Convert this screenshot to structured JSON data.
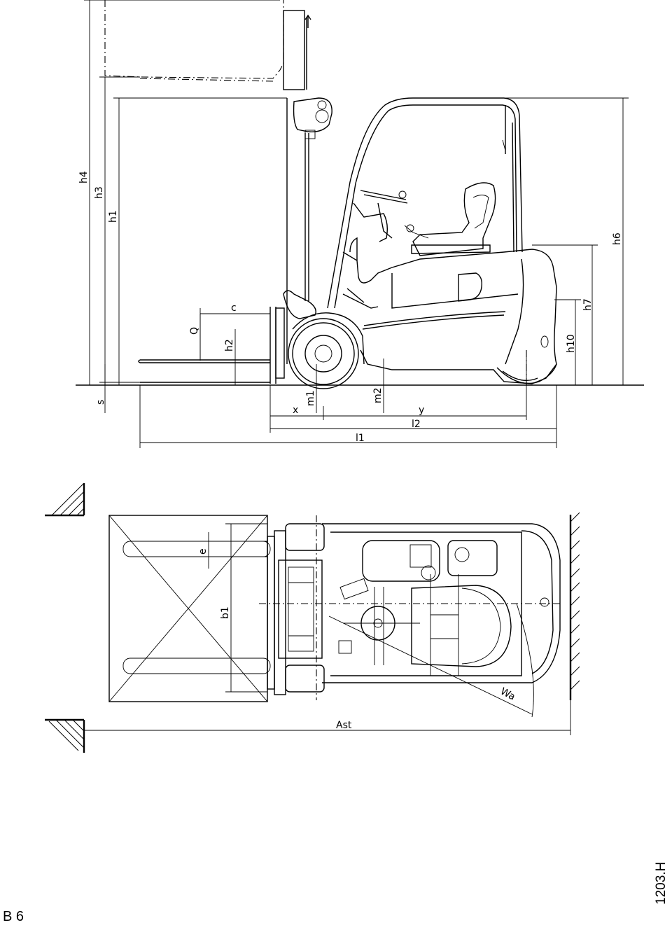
{
  "side_view": {
    "labels": {
      "h4": "h4",
      "h3": "h3",
      "h1": "h1",
      "c": "c",
      "q": "Q",
      "h2": "h2",
      "s": "s",
      "m1": "m1",
      "m2": "m2",
      "x": "x",
      "y": "y",
      "l2": "l2",
      "l1": "l1",
      "h10": "h10",
      "h7": "h7",
      "h6": "h6"
    }
  },
  "top_view": {
    "labels": {
      "e": "e",
      "b1": "b1",
      "wa": "Wa",
      "ast": "Ast"
    }
  },
  "footer": {
    "page_label": "B 6",
    "drawing_number": "1203.H"
  }
}
